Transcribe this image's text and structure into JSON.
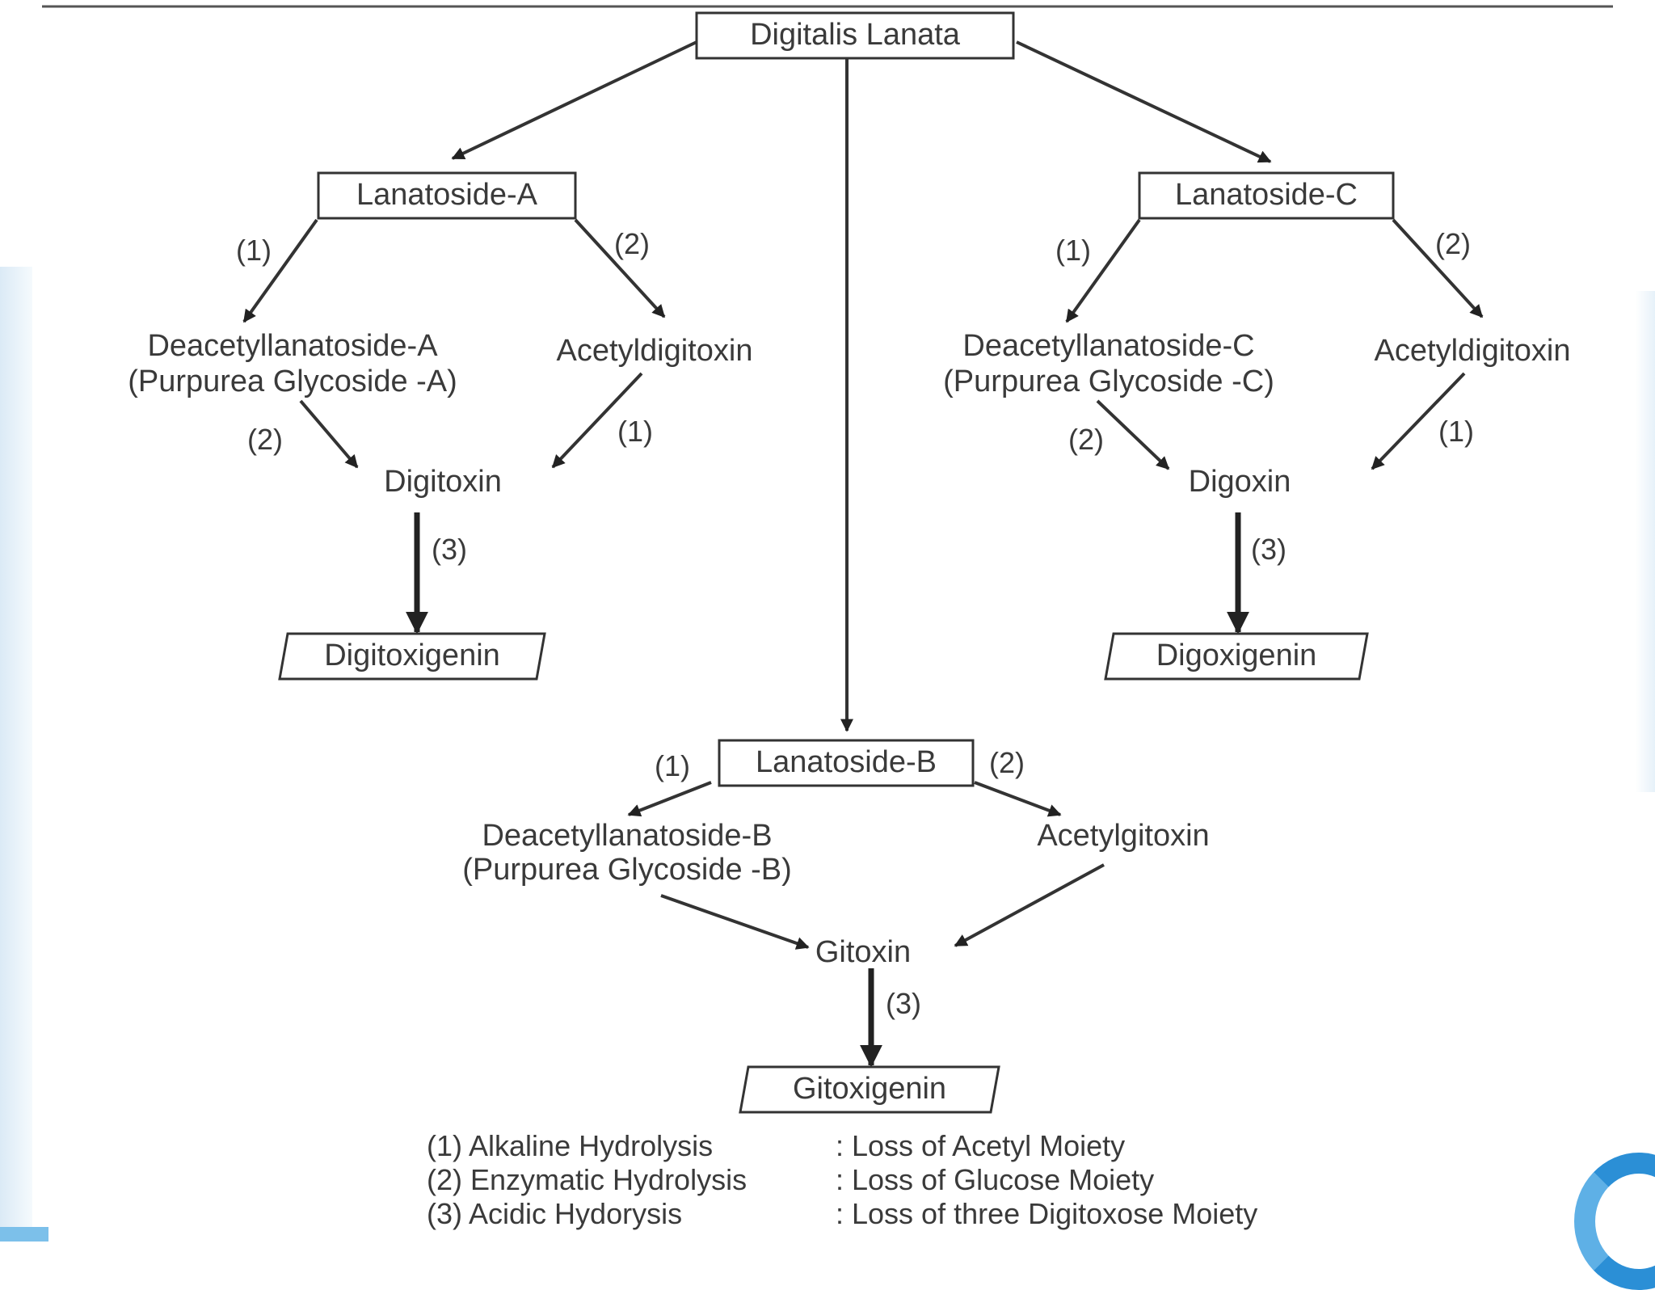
{
  "diagram": {
    "nodes": {
      "root": "Digitalis Lanata",
      "lan_a": "Lanatoside-A",
      "lan_b": "Lanatoside-B",
      "lan_c": "Lanatoside-C",
      "deacetyl_a_1": "Deacetyllanatoside-A",
      "deacetyl_a_2": "(Purpurea Glycoside -A)",
      "acetyldigitoxin_a": "Acetyldigitoxin",
      "digitoxin": "Digitoxin",
      "digitoxigenin": "Digitoxigenin",
      "deacetyl_c_1": "Deacetyllanatoside-C",
      "deacetyl_c_2": "(Purpurea Glycoside -C)",
      "acetyldigitoxin_c": "Acetyldigitoxin",
      "digoxin": "Digoxin",
      "digoxigenin": "Digoxigenin",
      "deacetyl_b_1": "Deacetyllanatoside-B",
      "deacetyl_b_2": "(Purpurea Glycoside -B)",
      "acetylgitoxin": "Acetylgitoxin",
      "gitoxin": "Gitoxin",
      "gitoxigenin": "Gitoxigenin"
    },
    "step_labels": {
      "one": "(1)",
      "two": "(2)",
      "three": "(3)"
    },
    "legend": [
      {
        "key": "(1) Alkaline Hydrolysis",
        "value": ": Loss of Acetyl Moiety"
      },
      {
        "key": "(2) Enzymatic Hydrolysis",
        "value": ": Loss of Glucose Moiety"
      },
      {
        "key": "(3) Acidic Hydorysis",
        "value": ": Loss of three Digitoxose Moiety"
      }
    ]
  },
  "colors": {
    "line": "#333333",
    "text": "#3a3a3a",
    "decor": "#e3f0fa",
    "accent": "#2b8fd6"
  }
}
